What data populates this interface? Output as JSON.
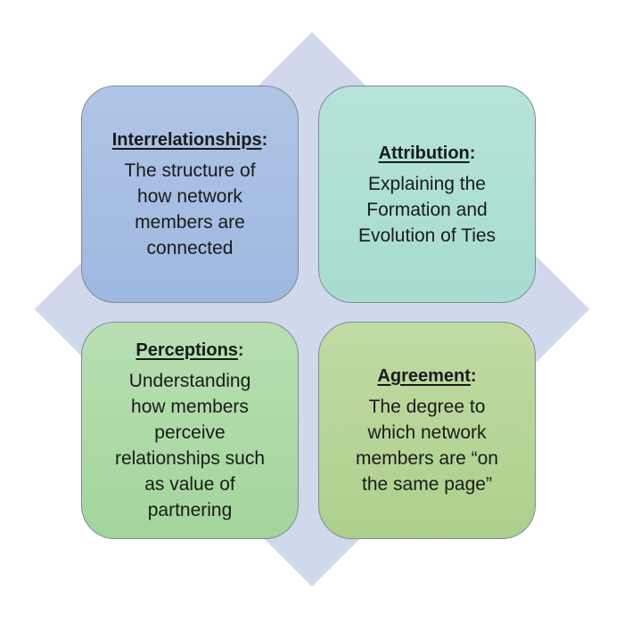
{
  "colors": {
    "diamond": "#d0d9ec",
    "interrelationships": "#a7bfe3",
    "attribution": "#aedfd3",
    "perceptions": "#abd9a4",
    "agreement": "#b5d496",
    "border": "#7f8b95"
  },
  "quadrants": {
    "top_left": {
      "title": "Interrelationships",
      "colon": ":",
      "description": "The structure of\nhow network\nmembers are\nconnected"
    },
    "top_right": {
      "title": "Attribution",
      "colon": ":",
      "description": "Explaining the\nFormation and\nEvolution of Ties"
    },
    "bottom_left": {
      "title": "Perceptions",
      "colon": ":",
      "description": "Understanding\nhow members\nperceive\nrelationships such\nas value of\npartnering"
    },
    "bottom_right": {
      "title": "Agreement",
      "colon": ":",
      "description": "The degree to\nwhich network\nmembers are “on\nthe same page”"
    }
  }
}
